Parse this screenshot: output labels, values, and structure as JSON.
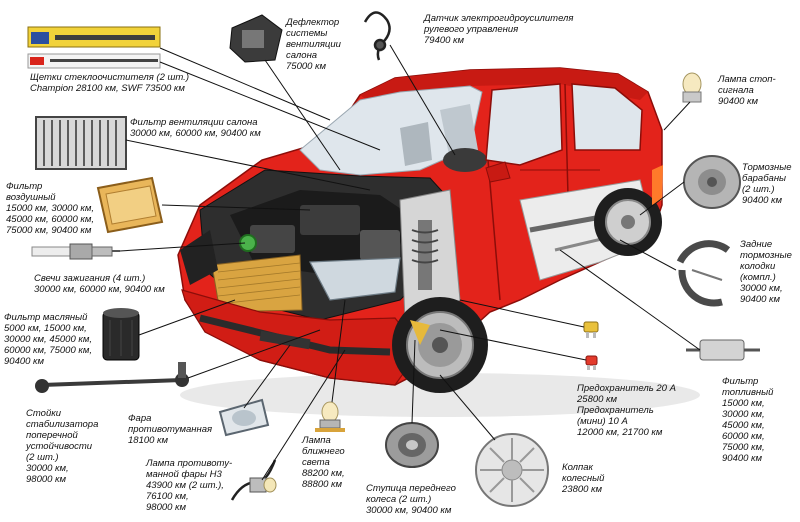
{
  "colors": {
    "car_body": "#e3231b",
    "car_dark": "#b0140f",
    "glass": "#dfe6ec",
    "leader": "#111111"
  },
  "labels": {
    "wipers": {
      "l1": "Щетки стеклоочистителя (2 шт.)",
      "l2": "Champion 28100 км, SWF 73500 км"
    },
    "deflector": {
      "l1": "Дефлектор",
      "l2": "системы",
      "l3": "вентиляции",
      "l4": "салона",
      "l5": "75000 км"
    },
    "steering_sensor": {
      "l1": "Датчик электрогидроусилителя",
      "l2": "рулевого управления",
      "l3": "79400 км"
    },
    "brake_lamp": {
      "l1": "Лампа стоп-",
      "l2": "сигнала",
      "l3": "90400 км"
    },
    "cabin_filter": {
      "l1": "Фильтр вентиляции салона",
      "l2": "30000 км, 60000 км, 90400 км"
    },
    "air_filter": {
      "l1": "Фильтр",
      "l2": "воздушный",
      "l3": "15000 км, 30000 км,",
      "l4": "45000 км, 60000 км,",
      "l5": "75000 км,  90400 км"
    },
    "brake_drums": {
      "l1": "Тормозные",
      "l2": "барабаны",
      "l3": "(2 шт.)",
      "l4": "90400 км"
    },
    "spark_plugs": {
      "l1": "Свечи зажигания (4 шт.)",
      "l2": "30000 км, 60000 км, 90400 км"
    },
    "rear_pads": {
      "l1": "Задние",
      "l2": "тормозные",
      "l3": "колодки",
      "l4": "(компл.)",
      "l5": "30000 км,",
      "l6": "90400 км"
    },
    "oil_filter": {
      "l1": "Фильтр масляный",
      "l2": "5000 км, 15000 км,",
      "l3": "30000 км, 45000 км,",
      "l4": "60000 км, 75000 км,",
      "l5": "90400 км"
    },
    "fuse20": {
      "l1": "Предохранитель 20 А",
      "l2": "25800 км"
    },
    "fuse10": {
      "l1": "Предохранитель",
      "l2": "(мини) 10 А",
      "l3": "12000 км, 21700 км"
    },
    "fuel_filter": {
      "l1": "Фильтр",
      "l2": "топливный",
      "l3": "15000 км,",
      "l4": "30000 км,",
      "l5": "45000 км,",
      "l6": "60000 км,",
      "l7": "75000 км,",
      "l8": "90400 км"
    },
    "stabilizer": {
      "l1": "Стойки",
      "l2": "стабилизатора",
      "l3": "поперечной",
      "l4": "устойчивости",
      "l5": "(2 шт.)",
      "l6": "30000 км,",
      "l7": "98000 км"
    },
    "fog_lamp": {
      "l1": "Фара",
      "l2": "противотуманная",
      "l3": "18100 км"
    },
    "fog_bulb": {
      "l1": "Лампа противоту-",
      "l2": "манной фары Н3",
      "l3": "43900 км (2 шт.),",
      "l4": "76100 км,",
      "l5": "98000 км"
    },
    "low_beam": {
      "l1": "Лампа",
      "l2": "ближнего",
      "l3": "света",
      "l4": "88200 км,",
      "l5": "88800 км"
    },
    "hub": {
      "l1": "Ступица переднего",
      "l2": "колеса (2 шт.)",
      "l3": "30000 км, 90400 км"
    },
    "wheel_cap": {
      "l1": "Колпак",
      "l2": "колесный",
      "l3": "23800 км"
    }
  }
}
